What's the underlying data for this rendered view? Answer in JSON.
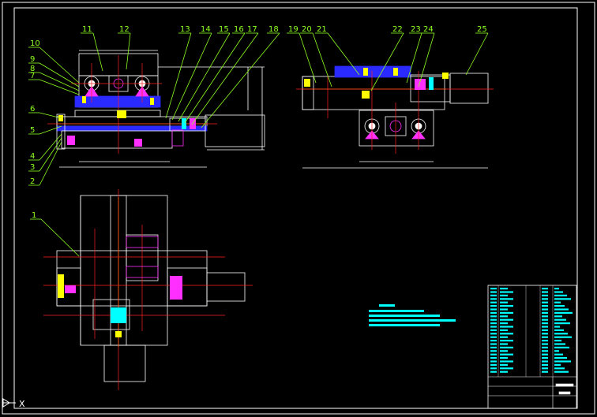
{
  "drawing": {
    "balloons_top": [
      "11",
      "12",
      "13",
      "14",
      "15",
      "16",
      "17",
      "18",
      "19",
      "20",
      "21",
      "22",
      "23",
      "24",
      "25"
    ],
    "balloons_left": [
      "10",
      "9",
      "8",
      "7",
      "6",
      "5",
      "4",
      "3",
      "2"
    ],
    "balloon_view2": "1",
    "ucs_label": "X"
  },
  "colors": {
    "background": "#000000",
    "frame": "#ffffff",
    "leader": "#8fff1f",
    "centerline": "#ff2020",
    "part": "#ffffff",
    "accent_blue": "#2a2aff",
    "accent_yellow": "#ffff00",
    "accent_magenta": "#ff30ff",
    "accent_cyan": "#00ffff"
  }
}
